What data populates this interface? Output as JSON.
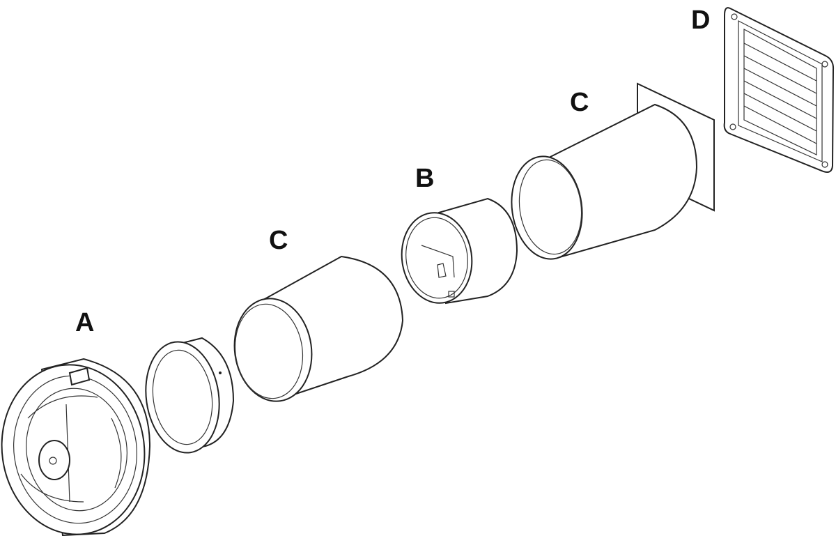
{
  "labels": {
    "fan_unit": "A",
    "damper": "B",
    "duct_left": "C",
    "duct_right": "C",
    "grille": "D"
  }
}
